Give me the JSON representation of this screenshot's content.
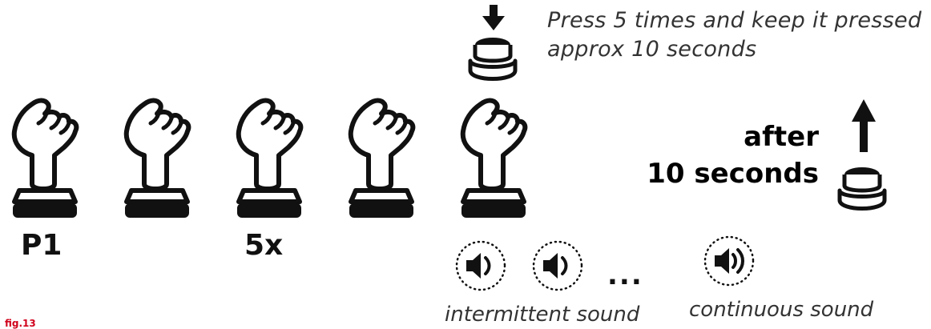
{
  "instruction": {
    "line1": "Press 5 times and keep it pressed",
    "line2": "approx 10 seconds"
  },
  "after_label": {
    "line1": "after",
    "line2": "10 seconds"
  },
  "button_label": "P1",
  "repeat_label": "5x",
  "sound_captions": {
    "intermittent": "intermittent sound",
    "continuous": "continuous sound"
  },
  "ellipsis": "...",
  "figure_label": "fig.13",
  "colors": {
    "figure_label": "#d0021b",
    "ink": "#111111",
    "caption": "#333333"
  },
  "icons": [
    "pointing-hand-icon",
    "push-button-icon",
    "down-arrow-icon",
    "up-arrow-icon",
    "speaker-icon"
  ]
}
